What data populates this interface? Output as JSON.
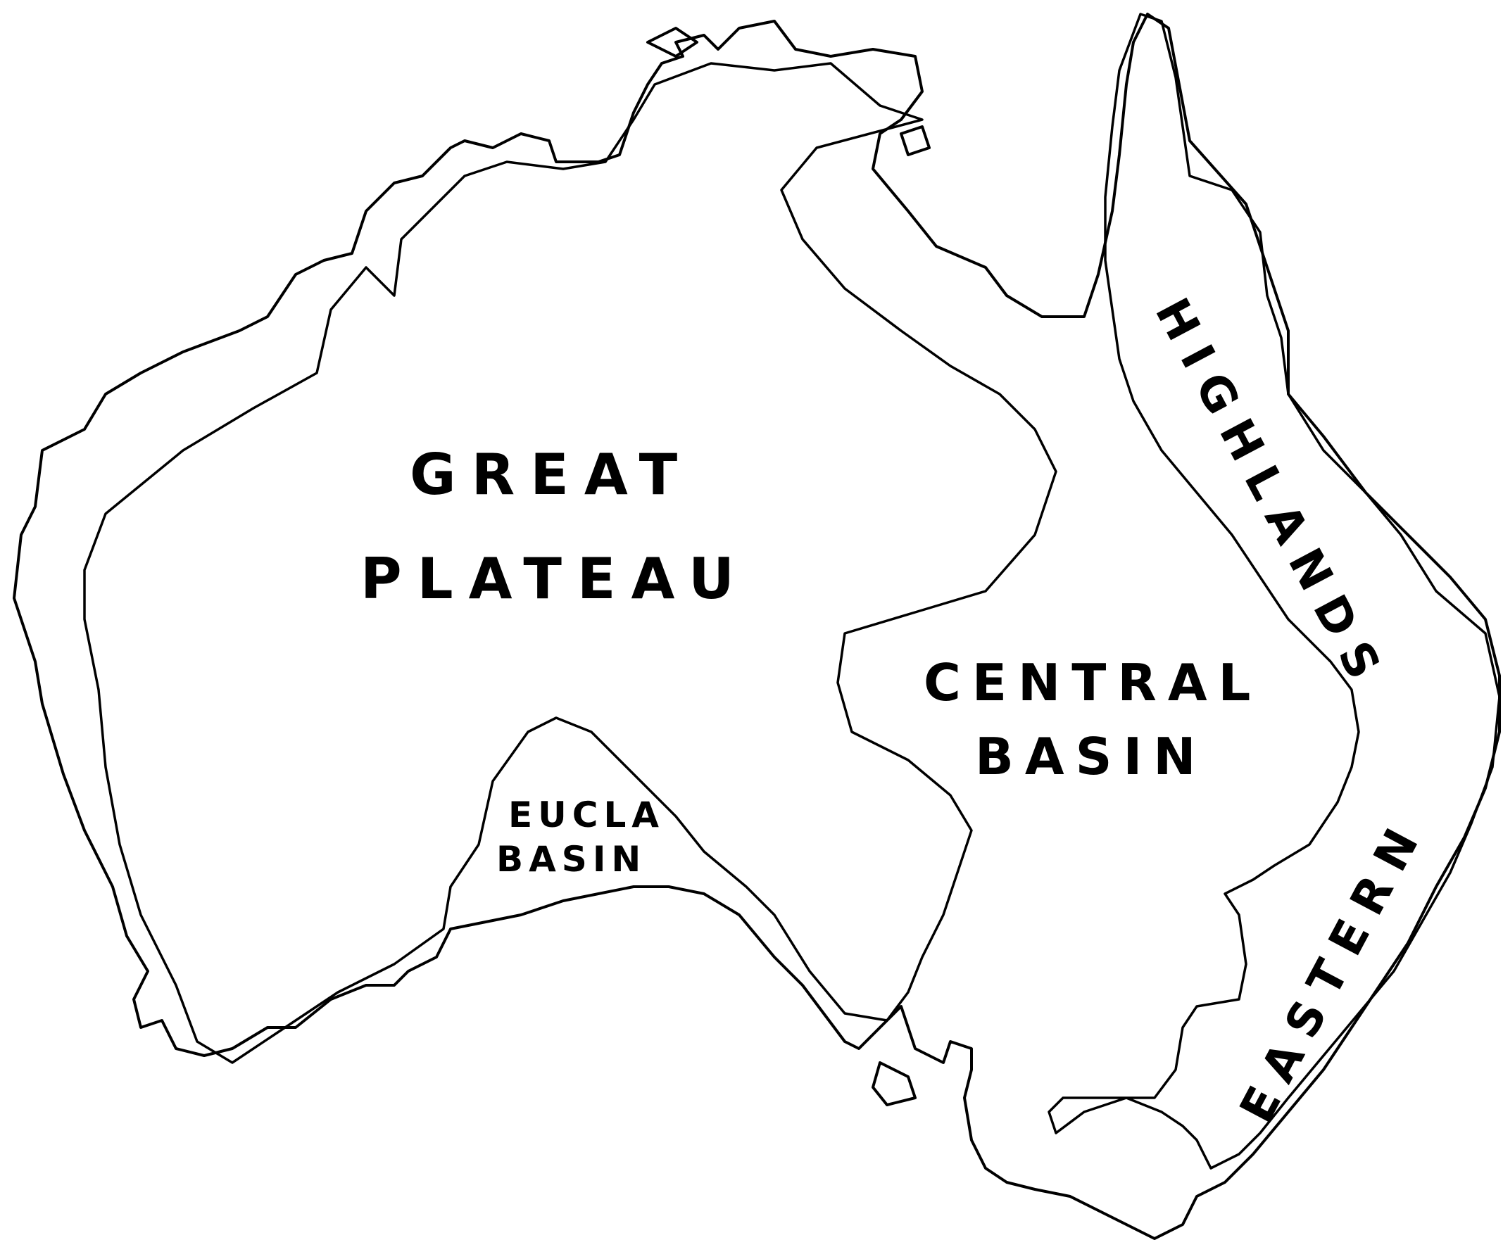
{
  "map": {
    "regions": [
      {
        "id": "great-plateau",
        "lines": [
          "GREAT",
          "PLATEAU"
        ],
        "hatch": "horizontal"
      },
      {
        "id": "central-basin",
        "lines": [
          "CENTRAL",
          "BASIN"
        ],
        "hatch": "none"
      },
      {
        "id": "eucla-basin",
        "lines": [
          "EUCLA",
          "BASIN"
        ],
        "hatch": "none"
      },
      {
        "id": "eastern-highlands",
        "lines": [
          "HIGHLANDS",
          "EASTERN"
        ],
        "hatch": "vertical"
      }
    ],
    "colors": {
      "ink": "#000000",
      "paper": "#ffffff"
    }
  }
}
